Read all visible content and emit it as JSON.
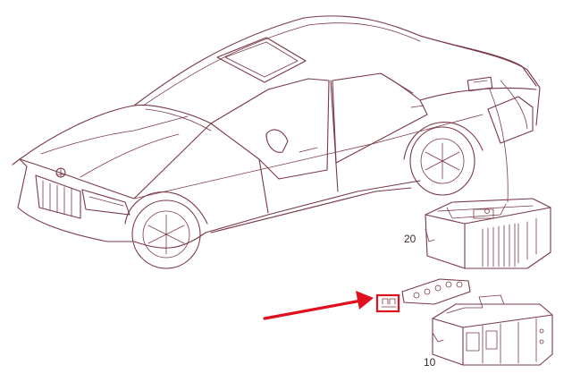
{
  "callouts": [
    {
      "id": "part-20",
      "label": "20"
    },
    {
      "id": "part-10",
      "label": "10"
    }
  ],
  "colors": {
    "line": "#7a3946",
    "highlight": "#e0101e",
    "background": "#ffffff"
  }
}
